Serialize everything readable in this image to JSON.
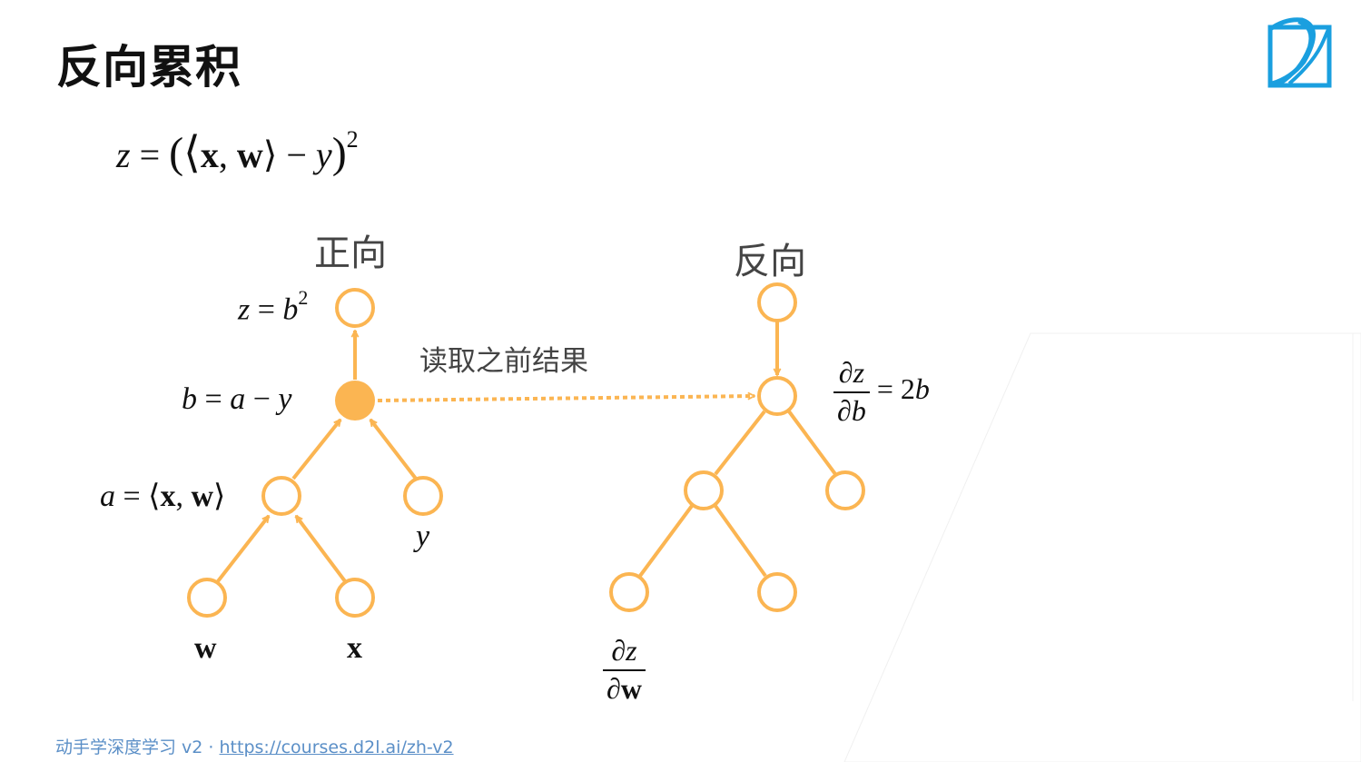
{
  "slide": {
    "title": "反向累积",
    "main_equation": {
      "lhs": "z",
      "eq": "=",
      "open": "(⟨",
      "x": "x",
      "comma": ", ",
      "w": "w",
      "close_angle": "⟩",
      "minus": " − ",
      "y": "y",
      "close_paren": ")",
      "power": "2"
    },
    "forward": {
      "heading": "正向",
      "labels": {
        "z_lhs": "z",
        "z_eq": " = ",
        "z_rhs": "b",
        "z_pow": "2",
        "b_lhs": "b",
        "b_eq": " = ",
        "b_a": "a",
        "b_minus": " − ",
        "b_y": "y",
        "a_lhs": "a",
        "a_eq": " = ⟨",
        "a_x": "x",
        "a_comma": ", ",
        "a_w": "w",
        "a_close": "⟩",
        "y_leaf": "y",
        "w_leaf": "w",
        "x_leaf": "x"
      }
    },
    "link_label": "读取之前结果",
    "backward": {
      "heading": "反向",
      "dz_db": {
        "num": "∂z",
        "den": "∂b",
        "rhs_eq": " = ",
        "rhs_val": "2",
        "rhs_var": "b"
      },
      "dz_dw": {
        "num": "∂z",
        "den_d": "∂",
        "den_w": "w"
      }
    },
    "footer": {
      "book": "动手学深度学习 v2 · ",
      "link": "https://courses.d2l.ai/zh-v2"
    },
    "colors": {
      "node": "#fbb552",
      "logo": "#1a9fdf",
      "footer": "#5b8fc7",
      "text": "#111111"
    },
    "icons": {
      "logo": "d2l-book-logo"
    }
  }
}
